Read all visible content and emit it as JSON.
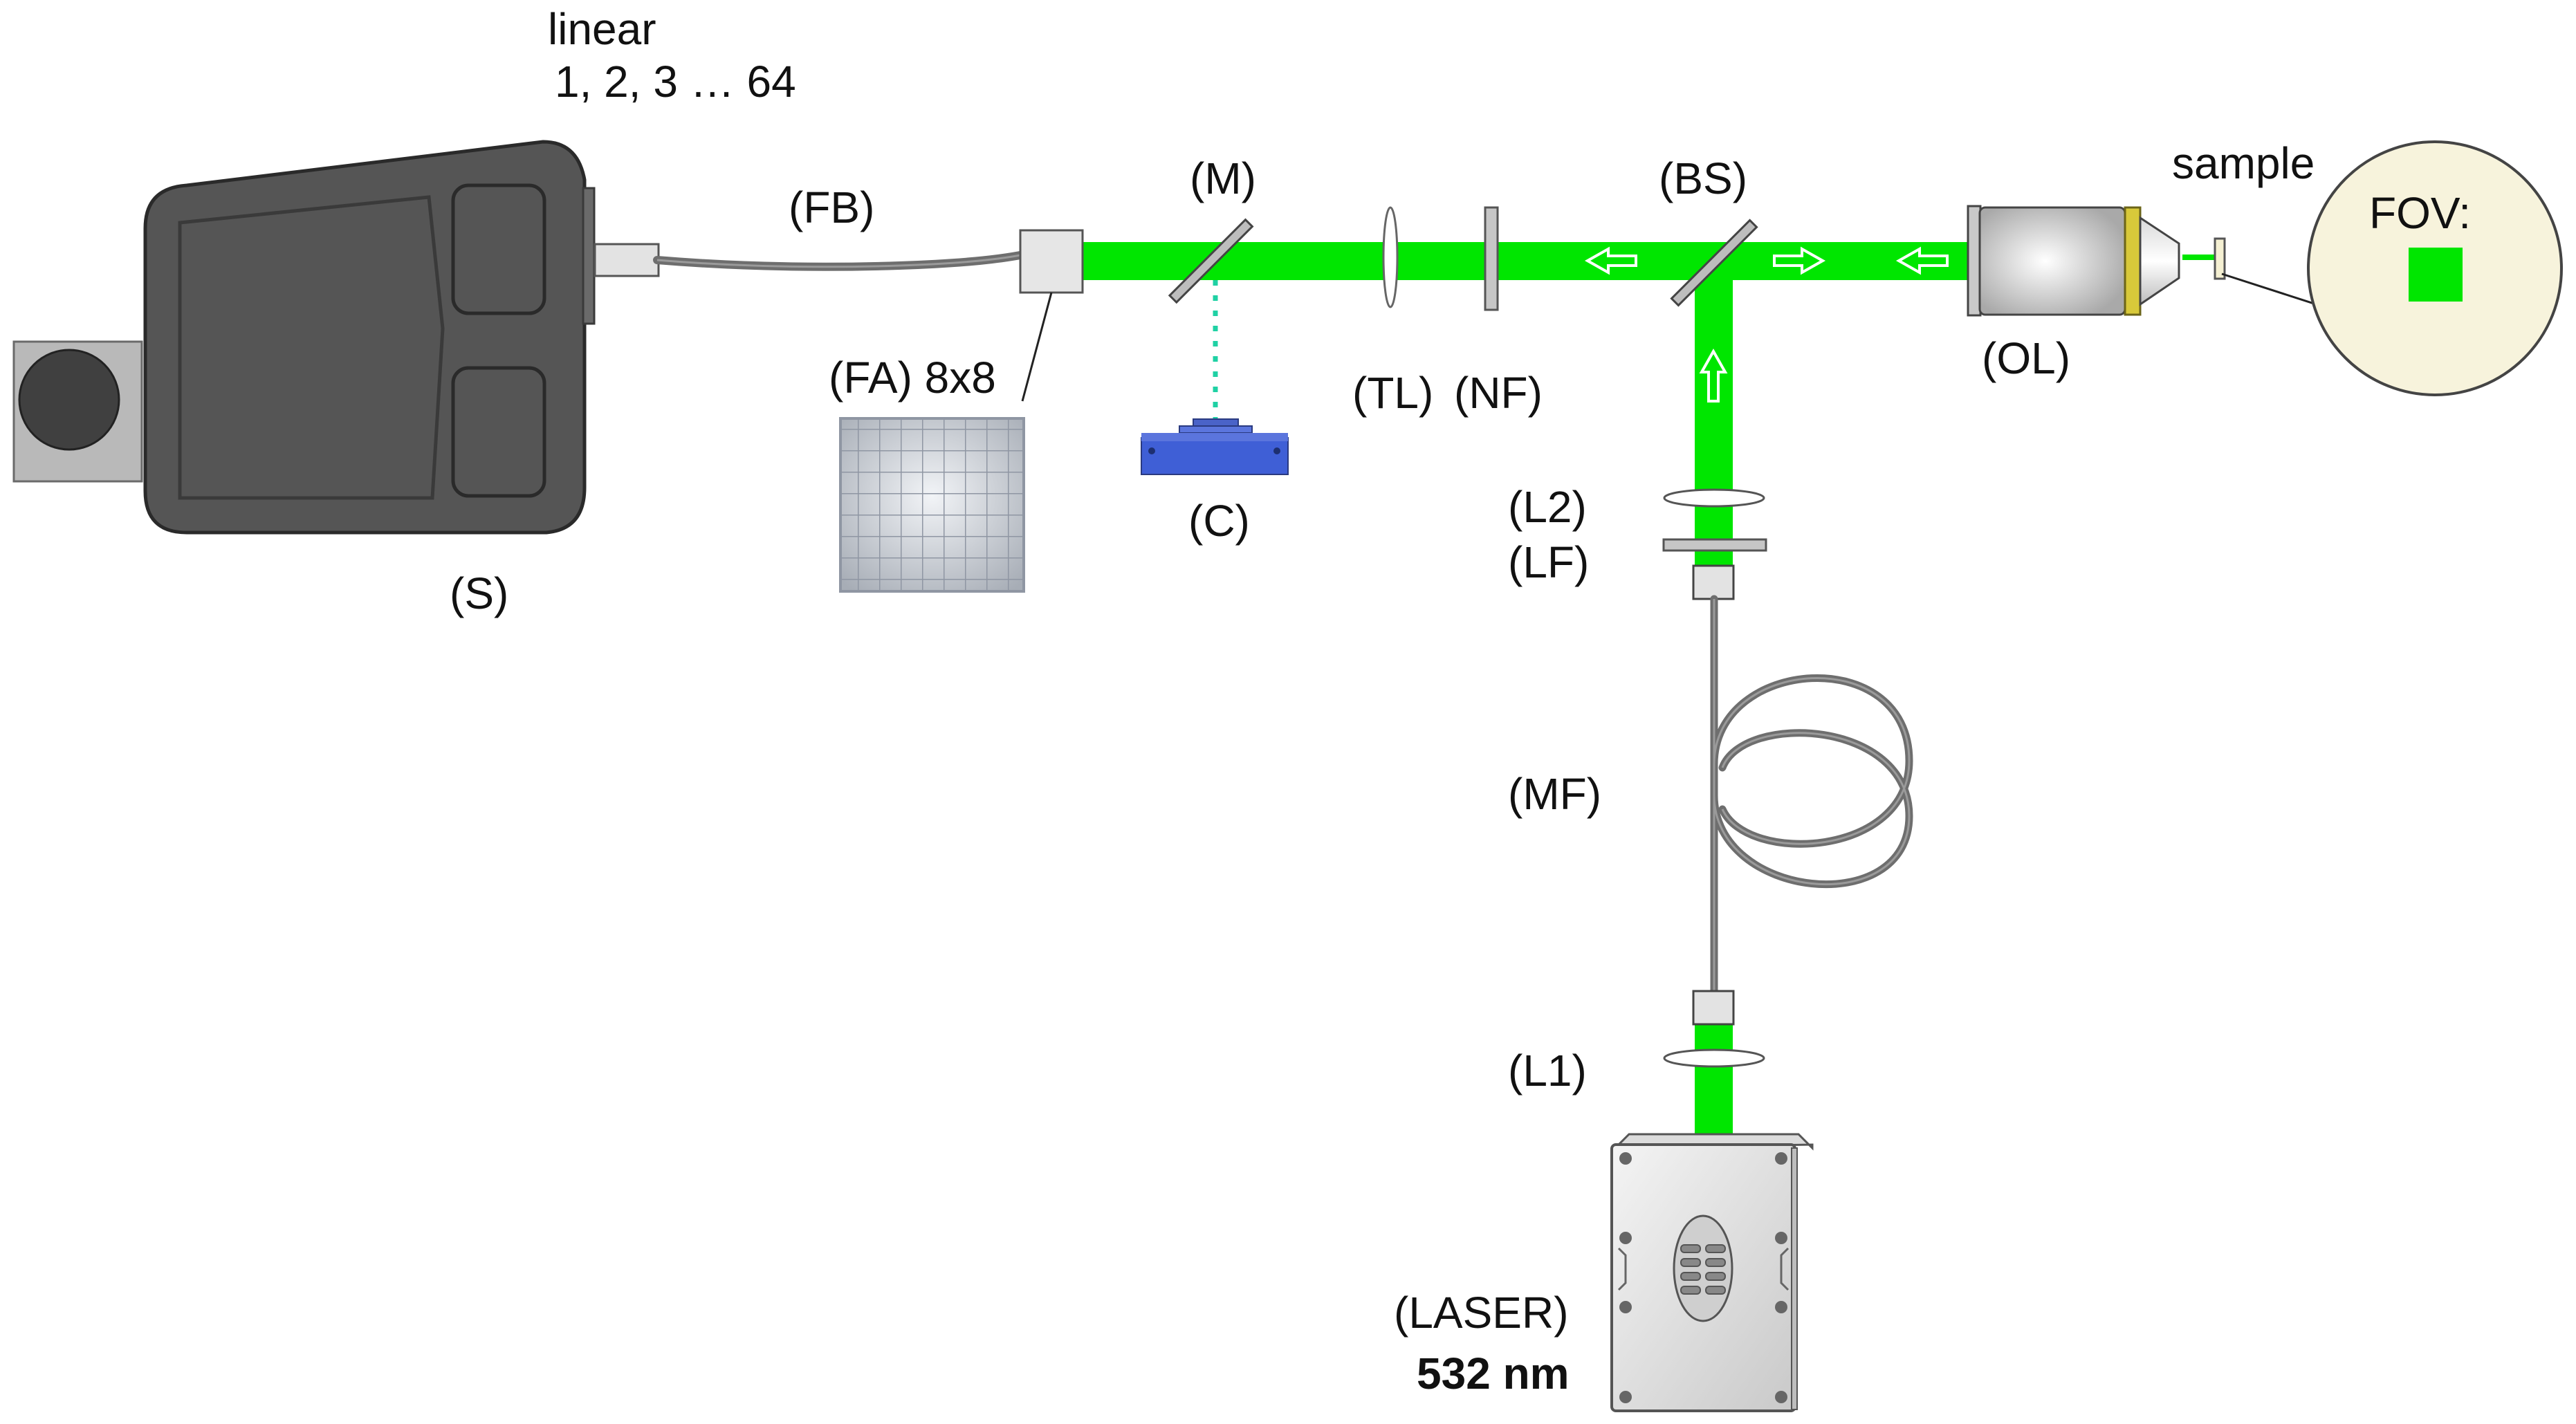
{
  "labels": {
    "linear": "linear",
    "channels": "1, 2, 3 … 64",
    "fb": "(FB)",
    "m": "(M)",
    "bs": "(BS)",
    "sample": "sample",
    "fov": "FOV:",
    "fa": "(FA) 8x8",
    "tl": "(TL)",
    "nf": "(NF)",
    "ol": "(OL)",
    "c": "(C)",
    "s": "(S)",
    "l2": "(L2)",
    "lf": "(LF)",
    "mf": "(MF)",
    "l1": "(L1)",
    "laser": "(LASER)",
    "wavelength": "532 nm"
  },
  "colors": {
    "beam": "#00e600",
    "spectrometer_body": "#555555",
    "fiber": "#6e6e6e",
    "camera": "#3f5fd6",
    "fov_fill": "#f7f3dc",
    "grid": "#8f96a3"
  }
}
